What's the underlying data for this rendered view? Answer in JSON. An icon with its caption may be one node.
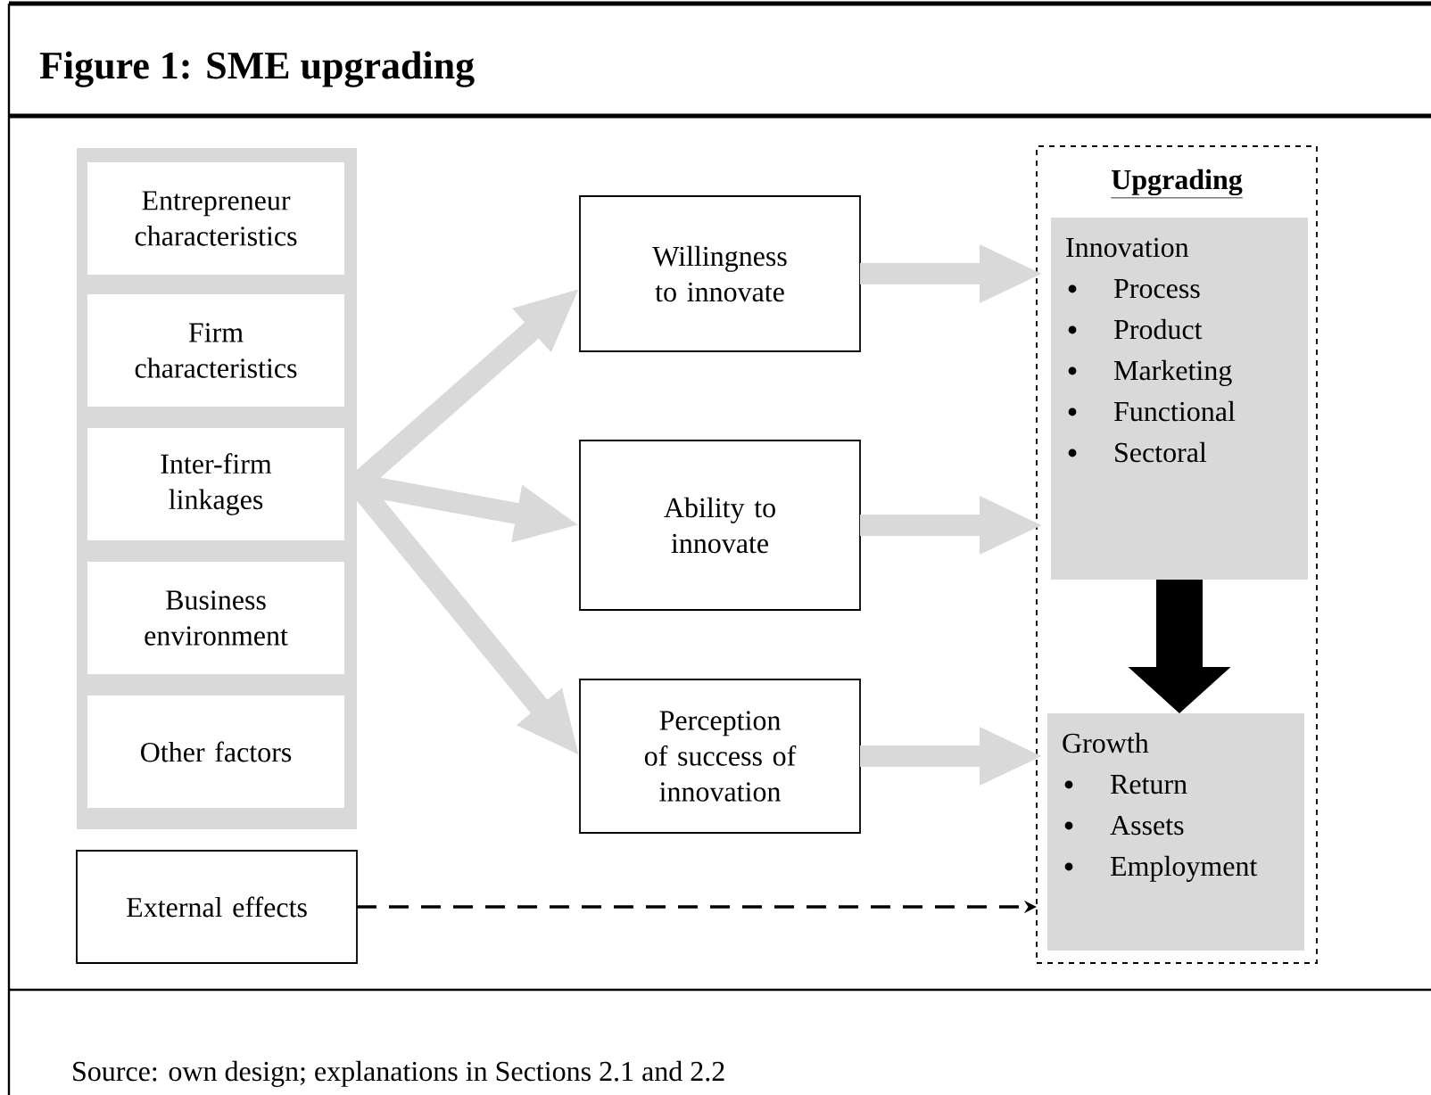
{
  "diagram": {
    "title": "Figure 1: SME upgrading",
    "caption": "Source: own design; explanations in Sections 2.1 and 2.2",
    "nodes": [
      {
        "text": [],
        "shape": "box"
      },
      {
        "text": [
          "Entrepreneur characteristics"
        ],
        "in": 0
      },
      {
        "text": [
          "Firm characteristics"
        ],
        "in": 0
      },
      {
        "text": [
          "Inter-firm linkages"
        ],
        "in": 0
      },
      {
        "text": [
          "Business environment"
        ],
        "in": 0
      },
      {
        "text": [
          "Other factors"
        ],
        "in": 0
      },
      {
        "text": [
          "Willingness to innovate"
        ]
      },
      {
        "text": [
          "Ability to innovate"
        ]
      },
      {
        "text": [
          "Perception of success of innovation"
        ]
      },
      {
        "text": [
          "External effects"
        ]
      },
      {
        "text": [
          "Upgrading"
        ]
      },
      {
        "text": [
          "Innovation",
          "Process",
          "Product",
          "Marketing",
          "Functional",
          "Sectoral"
        ],
        "in": 10
      },
      {
        "text": [
          "Growth",
          "Return",
          "Assets",
          "Employment"
        ],
        "in": 10
      }
    ],
    "edges": [
      {
        "from": 0,
        "to": 6,
        "arrow": "to"
      },
      {
        "from": 0,
        "to": 7,
        "arrow": "to"
      },
      {
        "from": 0,
        "to": 8,
        "arrow": "to"
      },
      {
        "from": 6,
        "to": 11,
        "arrow": "to"
      },
      {
        "from": 7,
        "to": 11,
        "arrow": "to"
      },
      {
        "from": 8,
        "to": 12,
        "arrow": "to"
      },
      {
        "from": 11,
        "to": 12,
        "arrow": "to",
        "style": "thick",
        "color": "#000000"
      },
      {
        "from": 9,
        "to": 12,
        "arrow": "to",
        "style": "dashed",
        "color": "#000000"
      }
    ]
  }
}
